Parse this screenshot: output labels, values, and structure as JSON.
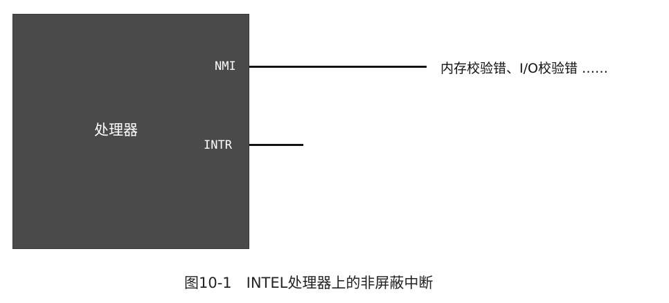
{
  "processor": {
    "label": "处理器",
    "pins": {
      "nmi": "NMI",
      "intr": "INTR"
    }
  },
  "nmi_sources": "内存校验错、I/O校验错 ……",
  "caption": "图10-1　INTEL处理器上的非屏蔽中断",
  "colors": {
    "processor_fill": "#4a4a4a",
    "line": "#111111",
    "text_on_dark": "#ffffff",
    "text": "#111111"
  }
}
